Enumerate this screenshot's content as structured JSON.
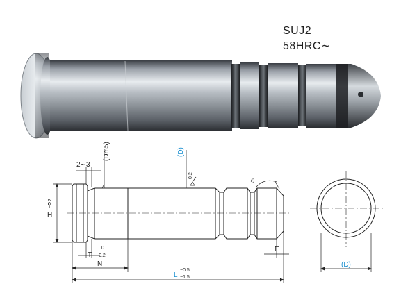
{
  "spec": {
    "material": "SUJ2",
    "hardness": "58HRC∼"
  },
  "drawing": {
    "dim_h": "H",
    "dim_h_tol_top": "0",
    "dim_h_tol_bot": "−0.2",
    "dim_t": "T",
    "dim_t_tol_top": "0",
    "dim_t_tol_bot": "−0.2",
    "dim_n": "N",
    "dim_l": "L",
    "dim_l_tol_top": "−0.5",
    "dim_l_tol_bot": "−1.5",
    "dim_e": "E",
    "dim_groove": "2∼3",
    "dim_dm5": "(Dm5)",
    "dim_d_side": "(D)",
    "dim_d_end": "(D)",
    "runout": "0.2",
    "chamfer_angle": "5°"
  },
  "colors": {
    "accent_blue": "#1a8fd0"
  }
}
